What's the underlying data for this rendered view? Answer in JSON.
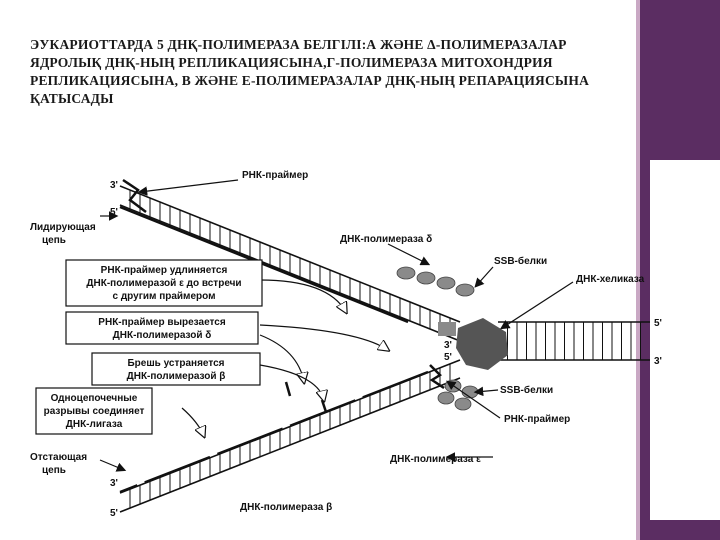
{
  "title": "ЭУКАРИОТТАРДА 5 ДНҚ-ПОЛИМЕРАЗА БЕЛГІЛІ:А ЖӘНЕ Δ-ПОЛИМЕРАЗАЛАР ЯДРОЛЫҚ ДНҚ-НЫҢ РЕПЛИКАЦИЯСЫНА,Г-ПОЛИМЕРАЗА МИТОХОНДРИЯ РЕПЛИКАЦИЯСЫНА, В ЖӘНЕ Е-ПОЛИМЕРАЗАЛАР ДНҚ-НЫҢ РЕПАРАЦИЯСЫНА ҚАТЫСАДЫ",
  "diagram": {
    "labels": {
      "rna_primer_top": "РНК-праймер",
      "end_3_top": "3'",
      "end_5_top": "5'",
      "leading_strand_1": "Лидирующая",
      "leading_strand_2": "цепь",
      "dna_pol_delta": "ДНК-полимераза δ",
      "ssb_top": "SSB-белки",
      "dna_helicase": "ДНК-хеликаза",
      "end_5_right": "5'",
      "end_3_right": "3'",
      "fork_3": "3'",
      "fork_5": "5'",
      "ssb_bottom": "SSB-белки",
      "rna_primer_bottom": "РНК-праймер",
      "dna_pol_epsilon": "ДНК-полимераза ε",
      "lagging_strand_1": "Отстающая",
      "lagging_strand_2": "цепь",
      "end_3_bottom": "3'",
      "end_5_bottom": "5'",
      "dna_pol_beta": "ДНК-полимераза β"
    },
    "boxes": [
      {
        "lines": [
          "РНК-праймер удлиняется",
          "ДНК-полимеразой ε до встречи",
          "с другим праймером"
        ]
      },
      {
        "lines": [
          "РНК-праймер вырезается",
          "ДНК-полимеразой δ"
        ]
      },
      {
        "lines": [
          "Брешь устраняется",
          "ДНК-полимеразой β"
        ]
      },
      {
        "lines": [
          "Одноцепочечные",
          "разрывы соединяет",
          "ДНК-лигаза"
        ]
      }
    ]
  },
  "colors": {
    "side_panel": "#5b2d62",
    "protein_gray": "#8a8a8a",
    "helicase": "#555555"
  }
}
